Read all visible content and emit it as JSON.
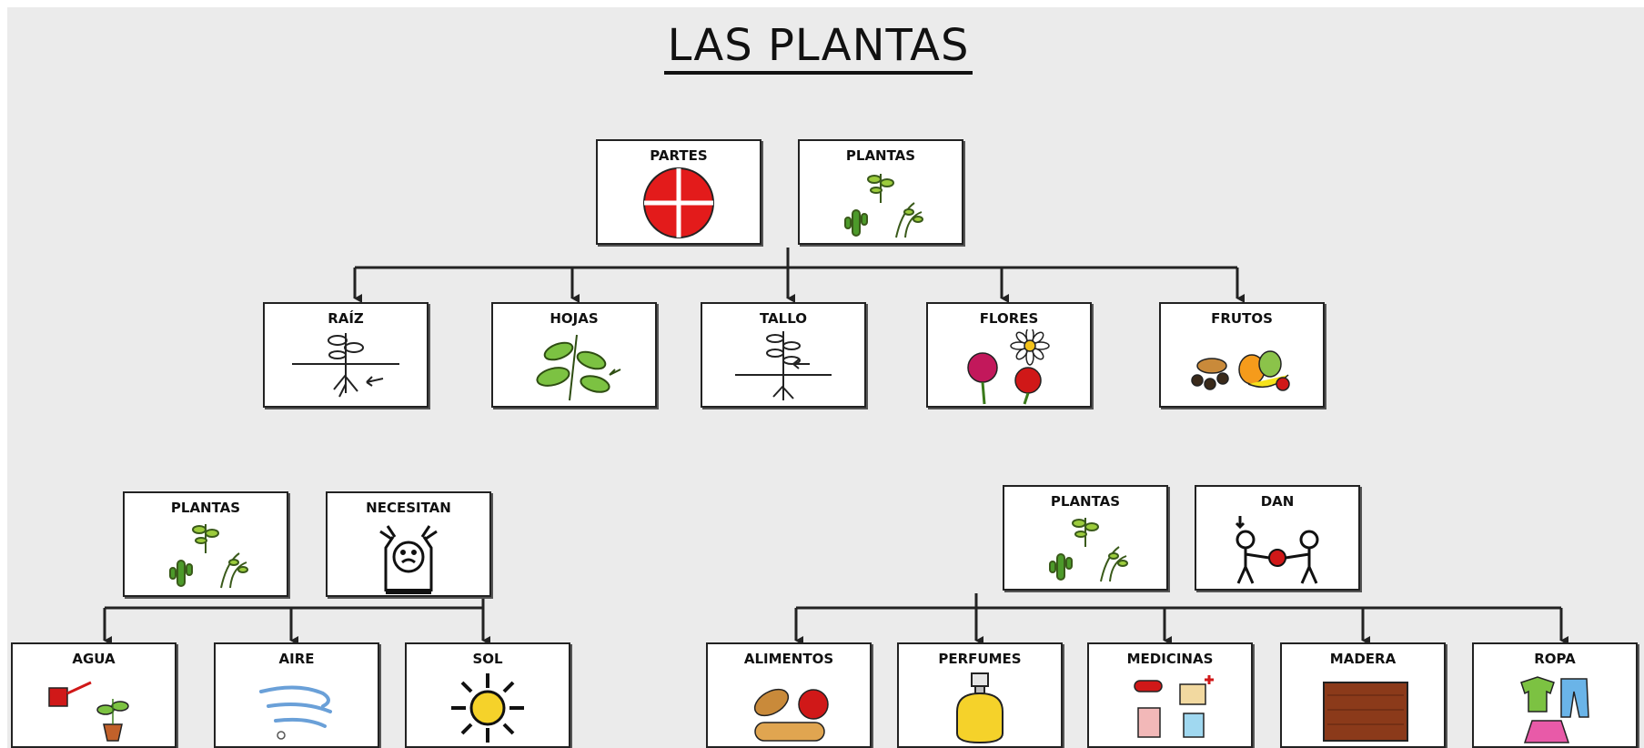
{
  "title": "LAS PLANTAS",
  "colors": {
    "background": "#ebebeb",
    "line": "#222222",
    "red": "#e31b1b",
    "leaf": "#7cc242",
    "sun": "#f5d22a"
  },
  "groups": {
    "partes": {
      "header": [
        {
          "label": "PARTES",
          "icon": "parts-circle-icon"
        },
        {
          "label": "PLANTAS",
          "icon": "plants-icon"
        }
      ],
      "children": [
        {
          "label": "RAÍZ",
          "icon": "root-icon"
        },
        {
          "label": "HOJAS",
          "icon": "leaves-icon"
        },
        {
          "label": "TALLO",
          "icon": "stem-icon"
        },
        {
          "label": "FLORES",
          "icon": "flowers-icon"
        },
        {
          "label": "FRUTOS",
          "icon": "fruits-icon"
        }
      ]
    },
    "necesitan": {
      "header": [
        {
          "label": "PLANTAS",
          "icon": "plants-icon"
        },
        {
          "label": "NECESITAN",
          "icon": "need-icon"
        }
      ],
      "children": [
        {
          "label": "AGUA",
          "icon": "watering-can-icon"
        },
        {
          "label": "AIRE",
          "icon": "wind-icon"
        },
        {
          "label": "SOL",
          "icon": "sun-icon"
        }
      ]
    },
    "dan": {
      "header": [
        {
          "label": "PLANTAS",
          "icon": "plants-icon"
        },
        {
          "label": "DAN",
          "icon": "give-icon"
        }
      ],
      "children": [
        {
          "label": "ALIMENTOS",
          "icon": "food-icon"
        },
        {
          "label": "PERFUMES",
          "icon": "perfume-icon"
        },
        {
          "label": "MEDICINAS",
          "icon": "medicine-icon"
        },
        {
          "label": "MADERA",
          "icon": "wood-icon"
        },
        {
          "label": "ROPA",
          "icon": "clothes-icon"
        }
      ]
    }
  }
}
